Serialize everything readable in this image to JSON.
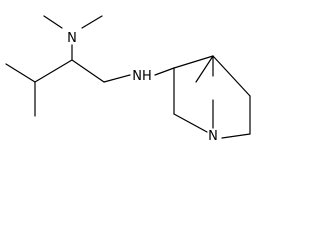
{
  "atoms": {
    "amine_n_upper": "N",
    "amine_nh": "NH",
    "bridgehead_n": "N"
  },
  "colors": {
    "bond": "#000000",
    "label": "#000000",
    "background": "#ffffff"
  }
}
